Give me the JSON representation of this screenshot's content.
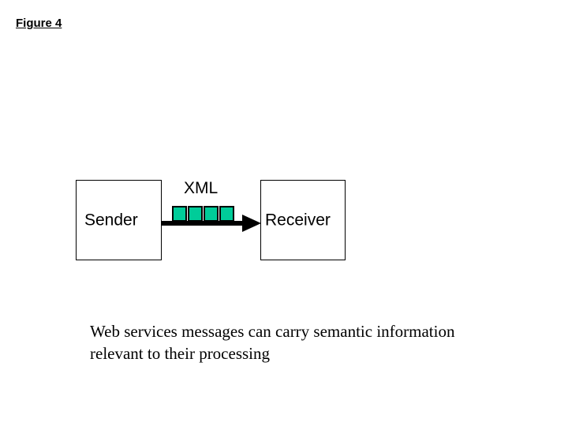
{
  "figure": {
    "title": "Figure 4",
    "background_color": "#ffffff",
    "caption": {
      "lines": [
        "Web services messages can carry semantic information",
        "relevant to their processing"
      ]
    }
  },
  "diagram": {
    "type": "flow",
    "nodes": [
      {
        "id": "sender",
        "label": "Sender"
      },
      {
        "id": "receiver",
        "label": "Receiver"
      }
    ],
    "edge": {
      "from": "sender",
      "to": "receiver",
      "label": "XML",
      "direction": "right",
      "color": "#000000",
      "payload": {
        "name": "xml-message-squares",
        "count": 4,
        "fill_color": "#00cc99",
        "stroke_color": "#000000"
      }
    }
  }
}
